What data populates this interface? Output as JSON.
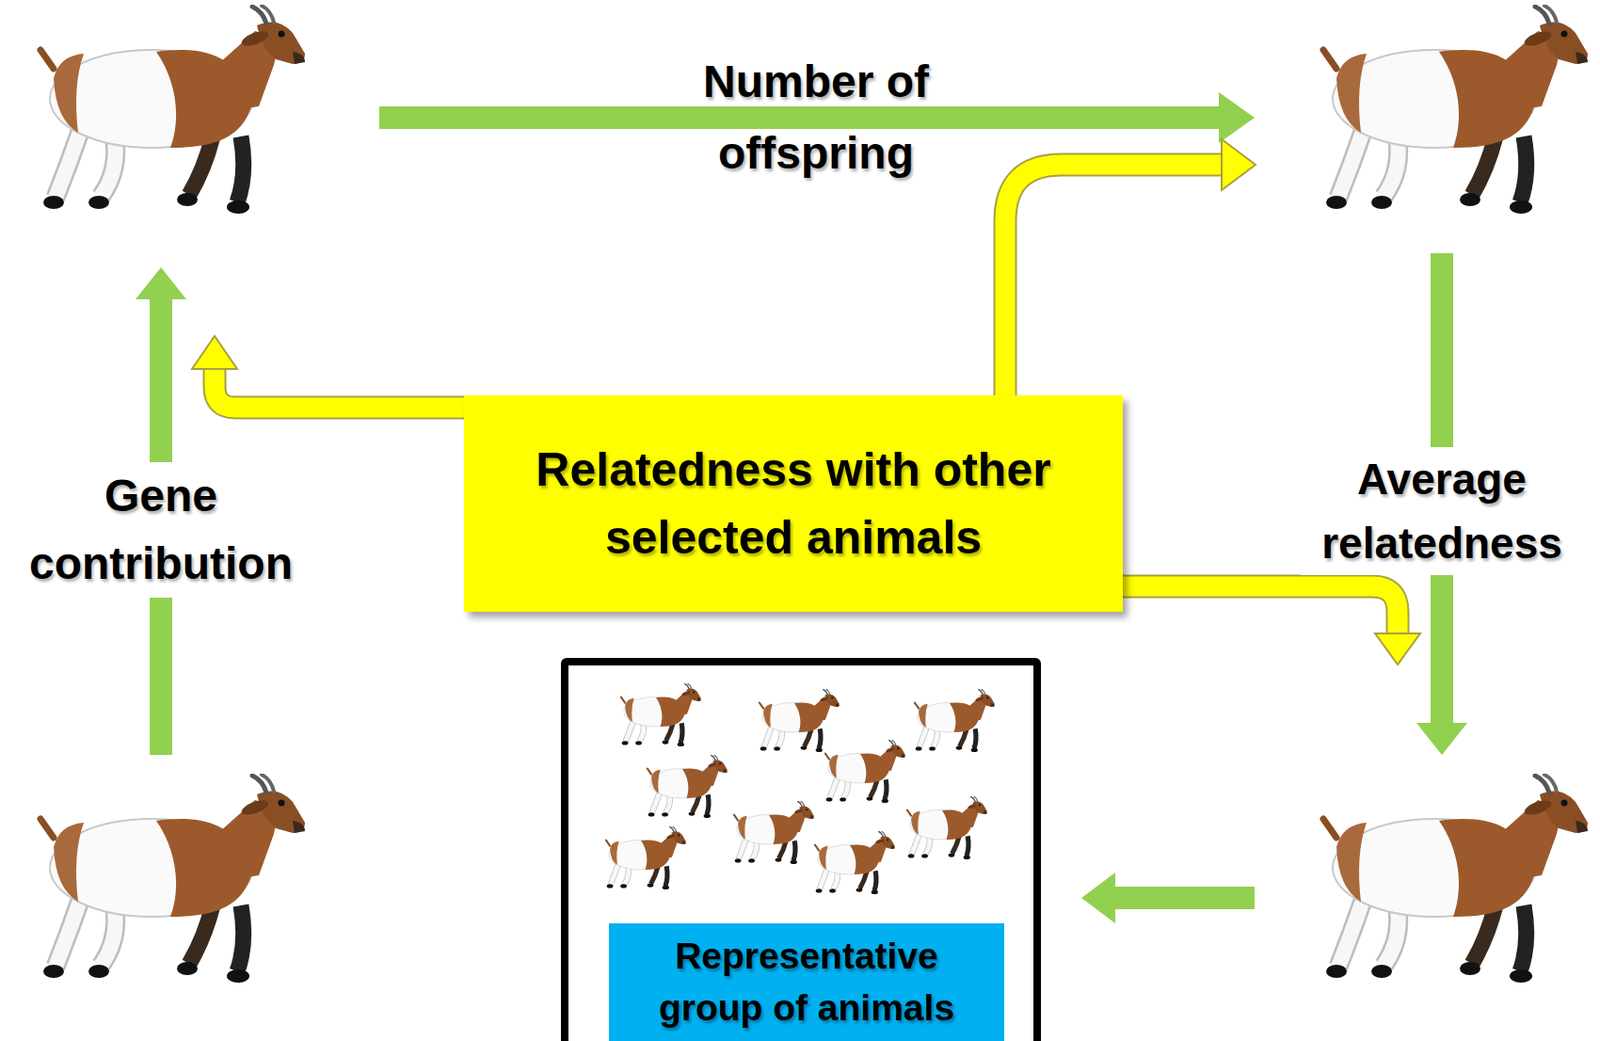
{
  "diagram": {
    "nodes": [
      {
        "text": [
          "Relatedness with other selected animals"
        ]
      },
      {
        "text": [
          "Representative group of animals"
        ]
      }
    ],
    "labels": [
      "Number of offspring",
      "Gene contribution",
      "Average relatedness"
    ]
  }
}
